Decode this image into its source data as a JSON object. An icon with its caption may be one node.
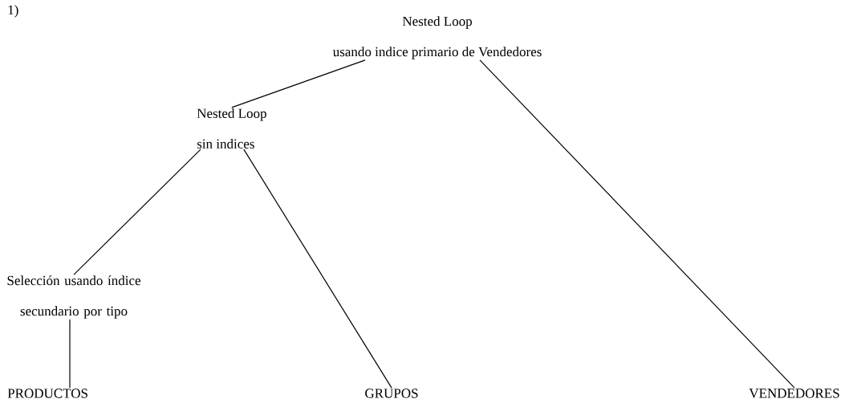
{
  "diagram": {
    "nodes": [
      {
        "text": [
          "Nested Loop",
          "usando indice primario de Vendedores"
        ]
      },
      {
        "text": [
          "Nested Loop",
          "sin indices"
        ]
      },
      {
        "text": [
          "Selección usando índice secundario por tipo"
        ]
      },
      {
        "text": [
          "PRODUCTOS"
        ]
      },
      {
        "text": [
          "GRUPOS"
        ]
      },
      {
        "text": [
          "VENDEDORES"
        ]
      }
    ],
    "edges": [
      {
        "from": 0,
        "to": 1,
        "arrow": "none"
      },
      {
        "from": 0,
        "to": 5,
        "arrow": "none"
      },
      {
        "from": 1,
        "to": 2,
        "arrow": "none"
      },
      {
        "from": 1,
        "to": 4,
        "arrow": "none"
      },
      {
        "from": 2,
        "to": 3,
        "arrow": "none"
      }
    ],
    "labels": [
      "1)"
    ]
  }
}
